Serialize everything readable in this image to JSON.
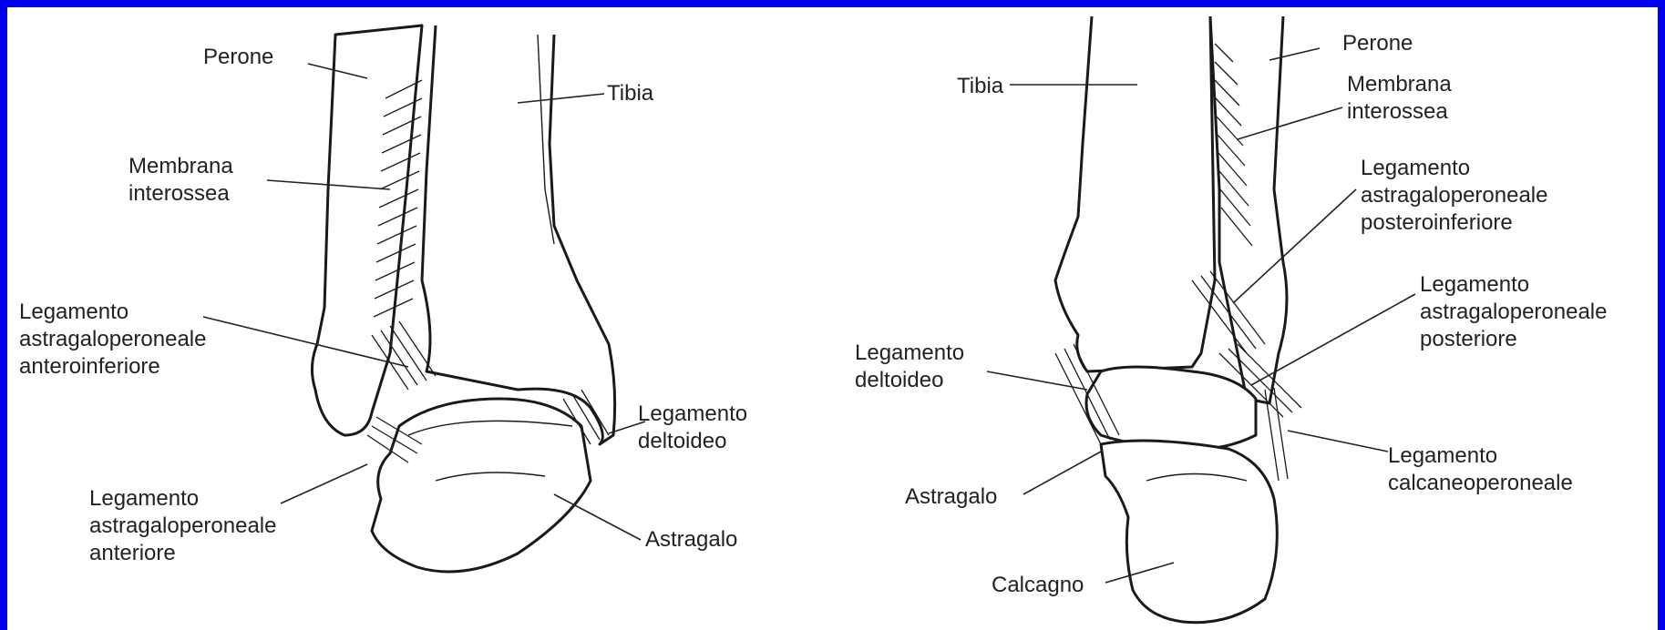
{
  "left_view": {
    "labels": {
      "perone": "Perone",
      "tibia": "Tibia",
      "membrana": "Membrana\ninterossea",
      "leg_antinf": "Legamento\nastragaloperoneale\nanteroinferiore",
      "leg_deltoideo": "Legamento\ndeltoideo",
      "leg_ant": "Legamento\nastragaloperoneale\nanteriore",
      "astragalo": "Astragalo"
    }
  },
  "right_view": {
    "labels": {
      "perone": "Perone",
      "tibia": "Tibia",
      "membrana": "Membrana\ninterossea",
      "leg_postinf": "Legamento\nastragaloperoneale\nposteroinferiore",
      "leg_post": "Legamento\nastragaloperoneale\nposteriore",
      "leg_deltoideo": "Legamento\ndeltoideo",
      "leg_calcaneo": "Legamento\ncalcaneoperoneale",
      "astragalo": "Astragalo",
      "calcagno": "Calcagno"
    }
  },
  "colors": {
    "frame_border": "#0000ee",
    "background": "#ffffff",
    "ink": "#222222"
  }
}
